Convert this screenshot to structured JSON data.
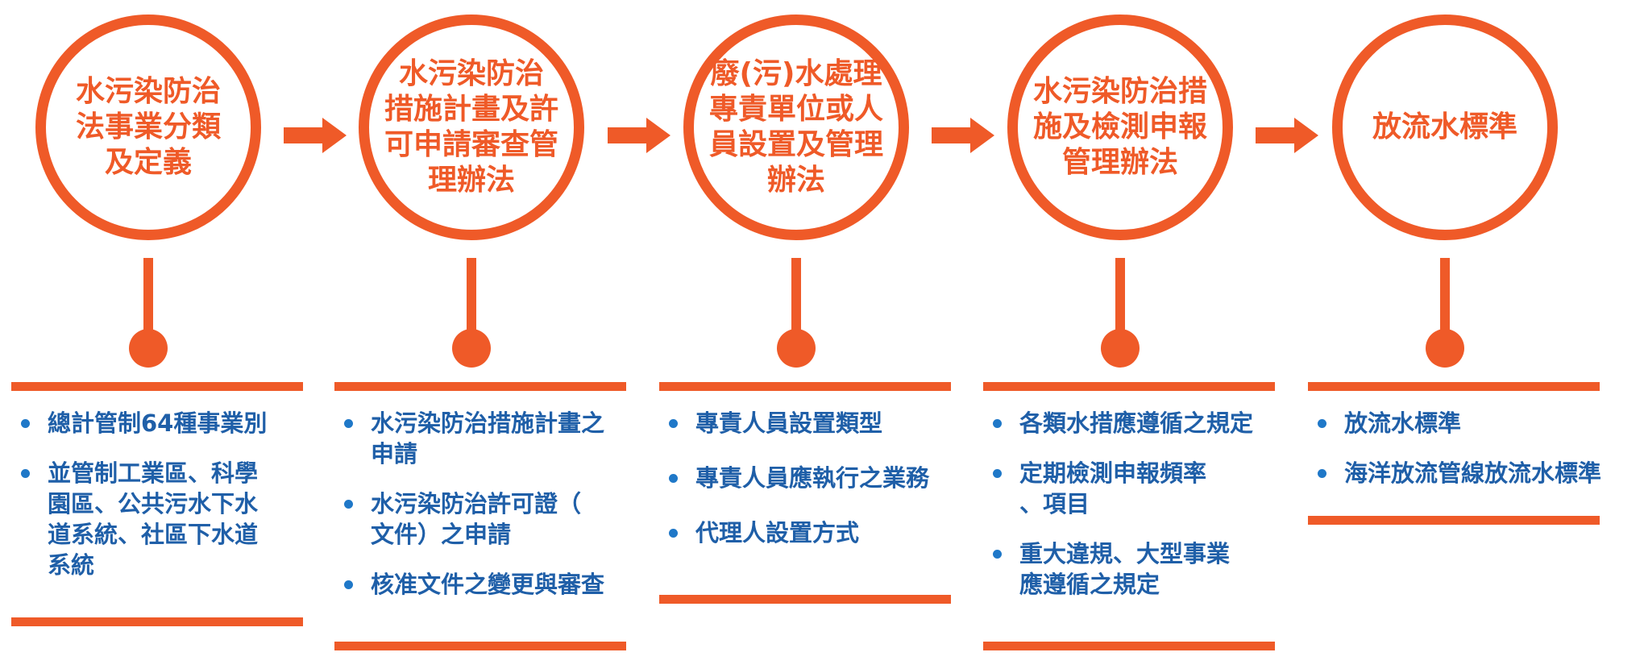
{
  "colors": {
    "accent": "#ef5a28",
    "text": "#1f5fa8",
    "bullet": "#1f78c8"
  },
  "steps": [
    {
      "title": "水污染防治\n法事業分類\n及定義",
      "items": [
        "總計管制64種事業別",
        "並管制工業區、科學\n園區、公共污水下水\n道系統、社區下水道\n系統"
      ]
    },
    {
      "title": "水污染防治\n措施計畫及許\n可申請審查管\n理辦法",
      "items": [
        "水污染防治措施計畫之\n申請",
        "水污染防治許可證（\n文件）之申請",
        "核准文件之變更與審查"
      ]
    },
    {
      "title": "廢(污)水處理\n專責單位或人\n員設置及管理\n辦法",
      "items": [
        "專責人員設置類型",
        "專責人員應執行之業務",
        "代理人設置方式"
      ]
    },
    {
      "title": "水污染防治措\n施及檢測申報\n管理辦法",
      "items": [
        "各類水措應遵循之規定",
        "定期檢測申報頻率\n、項目",
        "重大違規、大型事業\n應遵循之規定"
      ]
    },
    {
      "title": "放流水標準",
      "items": [
        "放流水標準",
        "海洋放流管線放流水標準"
      ]
    }
  ]
}
